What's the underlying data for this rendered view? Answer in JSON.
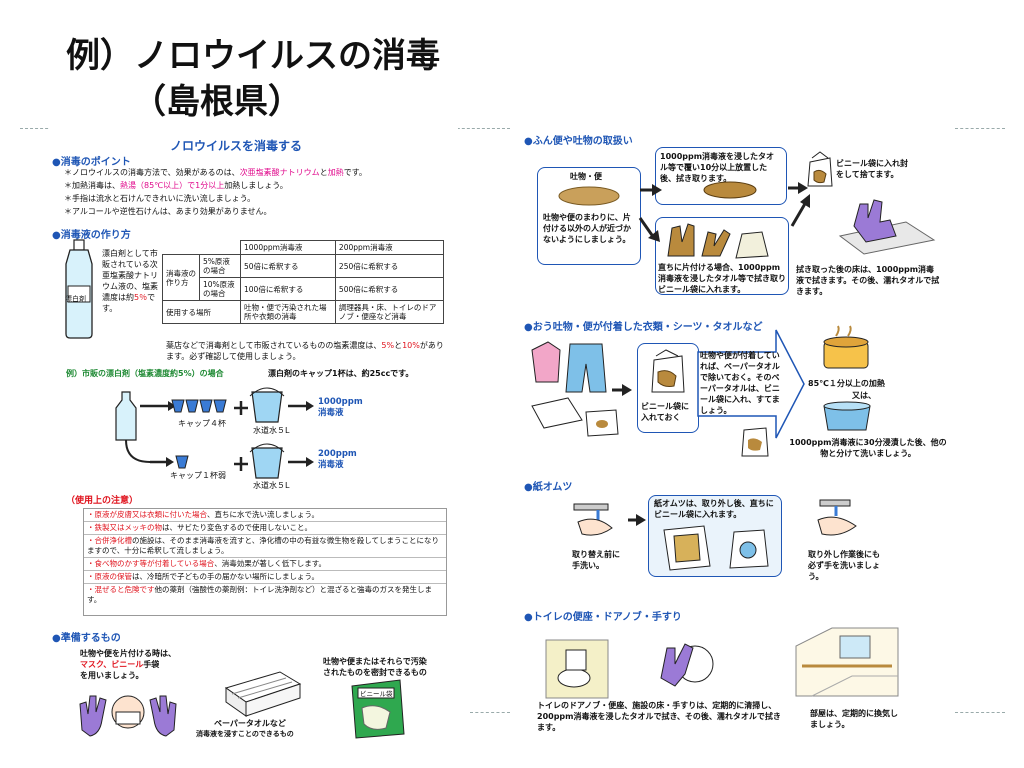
{
  "slide": {
    "title": "例）ノロウイルスの消毒",
    "subtitle": "（島根県）"
  },
  "left": {
    "heading": "ノロウイルスを消毒する",
    "points_title": "●消毒のポイント",
    "points": [
      {
        "pre": "＊ノロウイルスの消毒方法で、効果があるのは、",
        "hl1": "次亜塩素酸ナトリウム",
        "mid": "と",
        "hl2": "加熱",
        "post": "です。"
      },
      {
        "pre": "＊加熱消毒は、",
        "hl1": "熱湯（85℃以上）で1分以上",
        "post": "加熱しましょう。"
      },
      {
        "pre": "＊手指は流水と石けんできれいに洗い流しましょう。"
      },
      {
        "pre": "＊アルコールや逆性石けんは、あまり効果がありません。"
      }
    ],
    "make_title": "●消毒液の作り方",
    "bleach_desc": "漂白剤として市販されている次亜塩素酸ナトリウム液の、塩素濃度は約",
    "bleach_pct": "5％",
    "bleach_end": "です。",
    "bottle_label": "漂白剤",
    "table": {
      "col1": "1000ppm消毒液",
      "col2": "200ppm消毒液",
      "row_group": "消毒液の作り方",
      "r1_label": "5%原液の場合",
      "r1_c1": "50倍に希釈する",
      "r1_c2": "250倍に希釈する",
      "r2_label": "10%原液の場合",
      "r2_c1": "100倍に希釈する",
      "r2_c2": "500倍に希釈する",
      "r3_label": "使用する場所",
      "r3_c1": "吐物・便で汚染された場所や衣類の消毒",
      "r3_c2": "調理器具・床、トイレのドアノブ・便座など消毒"
    },
    "note1": "薬店などで消毒剤として市販されているものの塩素濃度は、",
    "note1_hl1": "5%",
    "note1_mid": "と",
    "note1_hl2": "10%",
    "note1_end": "があります。必ず確認して使用しましょう。",
    "example": "例）市販の漂白剤（塩素濃度約5%）の場合",
    "cap_info": "漂白剤のキャップ1杯は、約25ccです。",
    "cap4": "キャップ４杯",
    "cap1": "キャップ１杯弱",
    "water1": "水道水５L",
    "water2": "水道水５L",
    "result1a": "1000ppm",
    "result1b": "消毒液",
    "result2a": "200ppm",
    "result2b": "消毒液",
    "caution_title": "（使用上の注意）",
    "cautions": [
      {
        "hl": "・原液が皮膚又は衣類に付いた場合",
        "txt": "、直ちに水で洗い流しましょう。"
      },
      {
        "hl": "・鉄製又はメッキの物",
        "txt": "は、サビたり変色するので使用しないこと。"
      },
      {
        "hl": "・合併浄化槽",
        "txt": "の施設は、そのまま消毒液を流すと、浄化槽の中の有益な微生物を殺してしまうことになりますので、十分に希釈して流しましょう。"
      },
      {
        "hl": "・食べ物のかす等が付着している場合",
        "txt": "、消毒効果が著しく低下します。"
      },
      {
        "hl": "・原液の保管",
        "txt": "は、冷暗所で子どもの手の届かない場所にしましょう。"
      },
      {
        "hl": "・混ぜると危険です",
        "txt": "他の薬剤（強酸性の薬剤例：トイレ洗浄剤など）と混ざると強毒のガスを発生します。"
      }
    ],
    "prep_title": "●準備するもの",
    "prep1a": "吐物や便を片付ける時は、",
    "prep1b_hl": "マスク、ビニール",
    "prep1b_end": "手袋",
    "prep1c": "を用いましょう。",
    "prep2a": "吐物や便またはそれらで汚染",
    "prep2b": "されたものを密封できるもの",
    "prep3a": "ペーパータオルなど",
    "prep3b": "消毒液を浸すことのできるもの",
    "bag_label": "ビニール袋"
  },
  "right": {
    "s1_title": "●ふん便や吐物の取扱い",
    "s1_vomit": "吐物・便",
    "s1_left_text": "吐物や便のまわりに、片付ける以外の人が近づかないようにしましょう。",
    "s1_top_box": "1000ppm消毒液を浸したタオル等で覆い10分以上放置した後、拭き取ります。",
    "s1_bag": "ビニール袋に入れ封をして捨てます。",
    "s1_bottom_box": "直ちに片付ける場合、1000ppm消毒液を浸したタオル等で拭き取りビニール袋に入れます。",
    "s1_floor": "拭き取った後の床は、1000ppm消毒液で拭きます。その後、濡れタオルで拭きます。",
    "s2_title": "●おう吐物・便が付着した衣類・シーツ・タオルなど",
    "s2_bag": "ビニール袋に入れておく",
    "s2_paper": "吐物や便が付着していれば、ペーパータオルで除いておく。そのペーパータオルは、ビニール袋に入れ、すてましょう。",
    "s2_heat1": "85℃１分以上の加熱",
    "s2_or": "又は、",
    "s2_soak": "1000ppm消毒液に30分浸漬した後、他の物と分けて洗いましょう。",
    "s3_title": "●紙オムツ",
    "s3_box": "紙オムツは、取り外し後、直ちにビニール袋に入れます。",
    "s3_before": "取り替え前に手洗い。",
    "s3_after": "取り外し作業後にも必ず手を洗いましょう。",
    "s4_title": "●トイレの便座・ドアノブ・手すり",
    "s4_text": "トイレのドアノブ・便座、施設の床・手すりは、定期的に清掃し、200ppm消毒液を浸したタオルで拭き、その後、濡れタオルで拭きます。",
    "s4_room": "部屋は、定期的に換気しましょう。"
  },
  "colors": {
    "heading_blue": "#1f56b5",
    "highlight_red": "#e0141e",
    "highlight_pink": "#e00a8c",
    "example_green": "#1f8a34"
  }
}
